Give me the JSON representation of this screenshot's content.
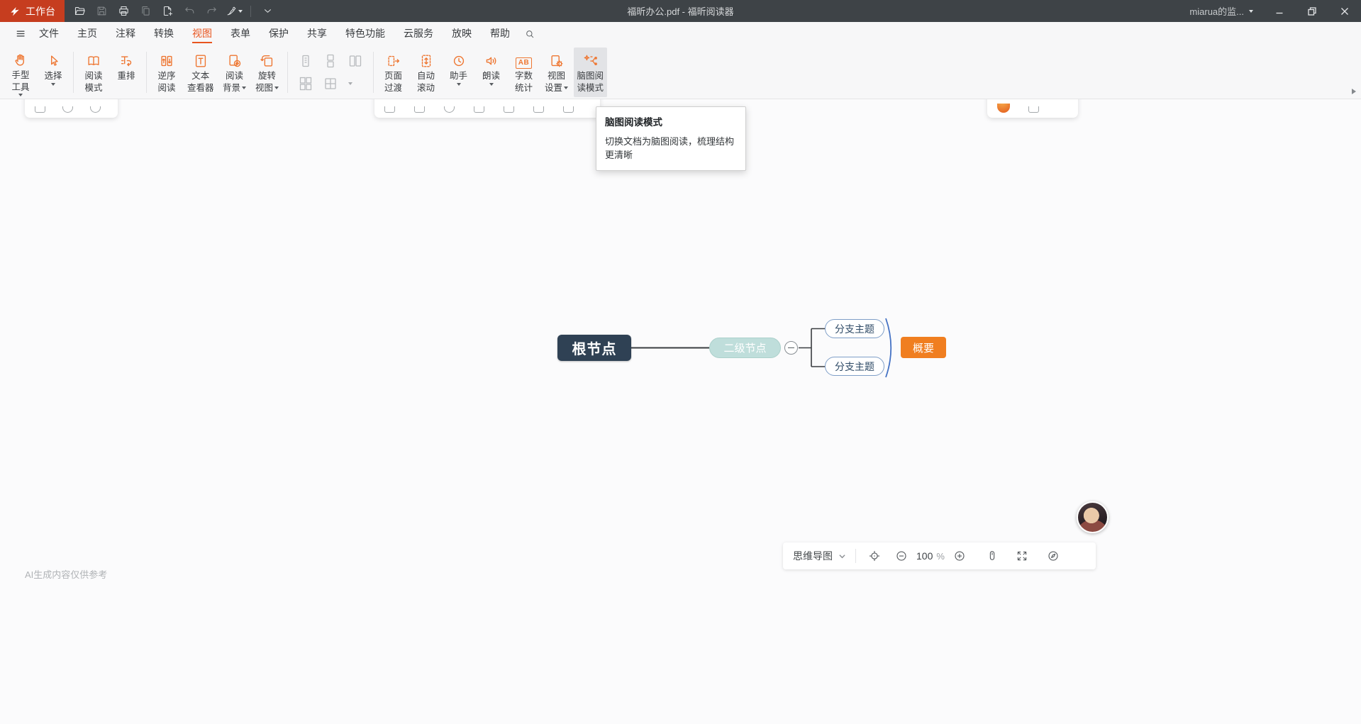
{
  "colors": {
    "titlebar_bg": "#3E4347",
    "brand_red": "#C63D1F",
    "accent_orange": "#E8551F",
    "icon_orange": "#EE7631",
    "node_navy": "#2F4154",
    "node_teal": "#BFDEDB",
    "summary_orange": "#F07E20",
    "brace_blue": "#4472C4"
  },
  "titlebar": {
    "workspace_label": "工作台",
    "document_title": "福昕办公.pdf - 福昕阅读器",
    "user_name": "miarua的监..."
  },
  "menubar": {
    "items": [
      "文件",
      "主页",
      "注释",
      "转换",
      "视图",
      "表单",
      "保护",
      "共享",
      "特色功能",
      "云服务",
      "放映",
      "帮助"
    ]
  },
  "ribbon": {
    "hand": {
      "l1": "手型",
      "l2": "工具"
    },
    "select": {
      "l1": "选择"
    },
    "read_mode": {
      "l1": "阅读",
      "l2": "模式"
    },
    "reflow": {
      "l1": "重排"
    },
    "reverse": {
      "l1": "逆序",
      "l2": "阅读"
    },
    "text_viewer": {
      "l1": "文本",
      "l2": "查看器"
    },
    "read_bg": {
      "l1": "阅读",
      "l2": "背景"
    },
    "rotate": {
      "l1": "旋转",
      "l2": "视图"
    },
    "page_transition": {
      "l1": "页面",
      "l2": "过渡"
    },
    "auto_scroll": {
      "l1": "自动",
      "l2": "滚动"
    },
    "assistant": {
      "l1": "助手"
    },
    "read_aloud": {
      "l1": "朗读"
    },
    "word_count": {
      "l1": "字数",
      "l2": "统计",
      "glyph": "AB"
    },
    "view_settings": {
      "l1": "视图",
      "l2": "设置"
    },
    "mindmap_mode": {
      "l1": "脑图阅",
      "l2": "读模式"
    }
  },
  "tooltip": {
    "title": "脑图阅读模式",
    "body": "切换文档为脑图阅读，梳理结构更清晰"
  },
  "mindmap": {
    "root": "根节点",
    "second": "二级节点",
    "branch_top": "分支主题",
    "branch_bottom": "分支主题",
    "summary": "概要"
  },
  "statusbar": {
    "mode_label": "思维导图",
    "zoom_value": "100",
    "zoom_unit": "%"
  },
  "canvas": {
    "ai_note": "AI生成内容仅供参考"
  }
}
